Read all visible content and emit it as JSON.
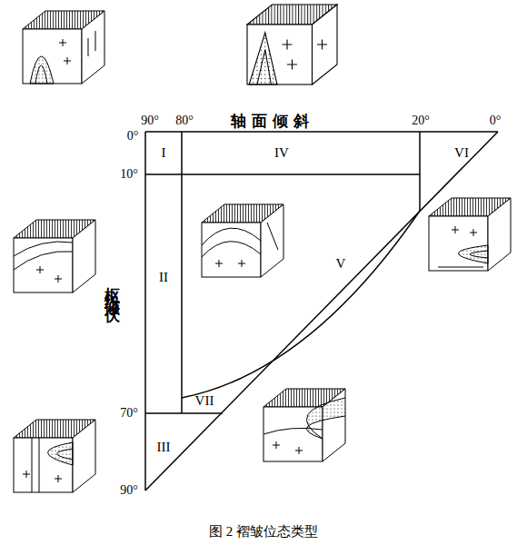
{
  "diagram": {
    "caption": "图 2  褶皱位态类型",
    "labels": [
      "轴面倾斜",
      "枢纽倾伏",
      "90°",
      "80°",
      "20°",
      "0°",
      "0°",
      "10°",
      "70°",
      "90°",
      "I",
      "IV",
      "VI",
      "II",
      "V",
      "VII",
      "III"
    ]
  }
}
